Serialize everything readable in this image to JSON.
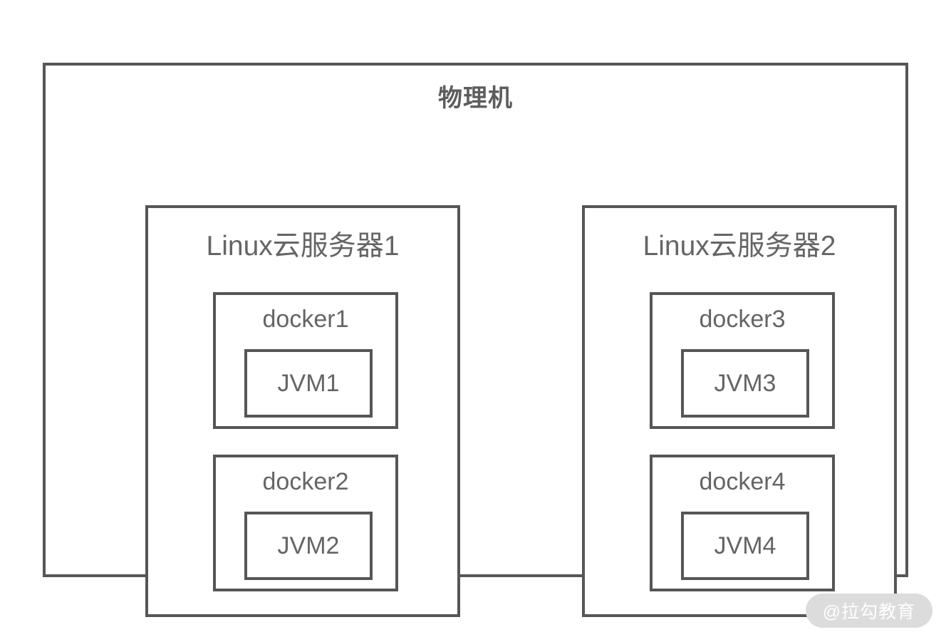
{
  "diagram": {
    "host": {
      "label": "物理机",
      "border_color": "#565656",
      "text_color": "#5d5d5d"
    },
    "servers": [
      {
        "label": "Linux云服务器1",
        "dockers": [
          {
            "label": "docker1",
            "jvm": {
              "label": "JVM1"
            }
          },
          {
            "label": "docker2",
            "jvm": {
              "label": "JVM2"
            }
          }
        ]
      },
      {
        "label": "Linux云服务器2",
        "dockers": [
          {
            "label": "docker3",
            "jvm": {
              "label": "JVM3"
            }
          },
          {
            "label": "docker4",
            "jvm": {
              "label": "JVM4"
            }
          }
        ]
      }
    ],
    "watermark": {
      "label": "@拉勾教育",
      "background_color": "#dcdcdc",
      "text_color": "#ffffff"
    }
  }
}
